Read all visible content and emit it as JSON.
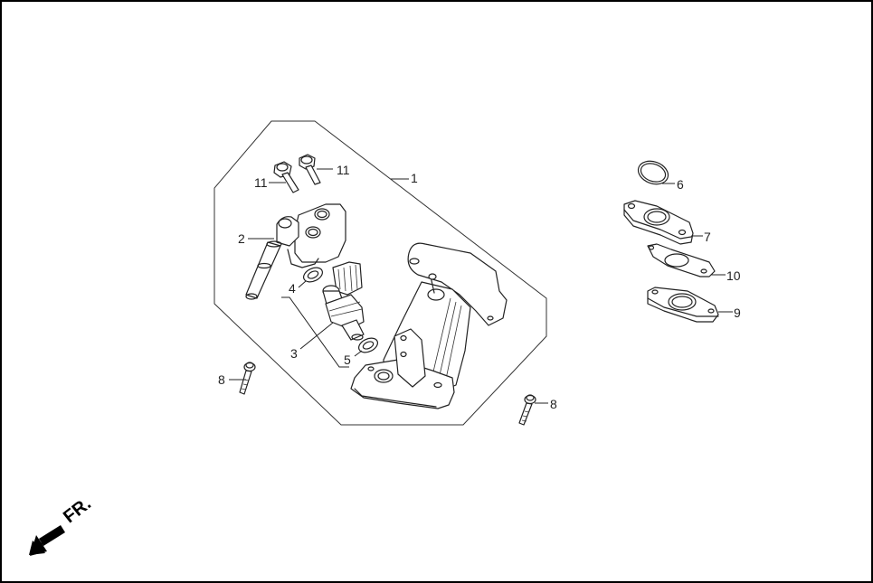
{
  "diagram": {
    "type": "exploded-parts-diagram",
    "subject": "throttle body / fuel injector assembly",
    "assembly_group": {
      "label": "1",
      "outline": "polygon boundary enclosing parts 2, 3, 4, 5, 11 and main body"
    },
    "callouts": [
      {
        "id": "c1",
        "label": "1",
        "part": "throttle body assembly"
      },
      {
        "id": "c2",
        "label": "2",
        "part": "fuel hose joint / injector cap"
      },
      {
        "id": "c3",
        "label": "3",
        "part": "fuel injector"
      },
      {
        "id": "c4",
        "label": "4",
        "part": "upper injector seal"
      },
      {
        "id": "c5",
        "label": "5",
        "part": "lower injector seal"
      },
      {
        "id": "c6",
        "label": "6",
        "part": "o-ring"
      },
      {
        "id": "c7",
        "label": "7",
        "part": "insulator flange"
      },
      {
        "id": "c8a",
        "label": "8",
        "part": "bolt (left)"
      },
      {
        "id": "c8b",
        "label": "8",
        "part": "bolt (right)"
      },
      {
        "id": "c9",
        "label": "9",
        "part": "flange"
      },
      {
        "id": "c10",
        "label": "10",
        "part": "gasket"
      },
      {
        "id": "c11a",
        "label": "11",
        "part": "bolt (left)"
      },
      {
        "id": "c11b",
        "label": "11",
        "part": "bolt (right)"
      }
    ],
    "direction_indicator": {
      "label": "FR.",
      "icon": "arrow-down-left-icon"
    },
    "colors": {
      "line": "#222222",
      "background": "#ffffff",
      "frame": "#000000"
    }
  }
}
